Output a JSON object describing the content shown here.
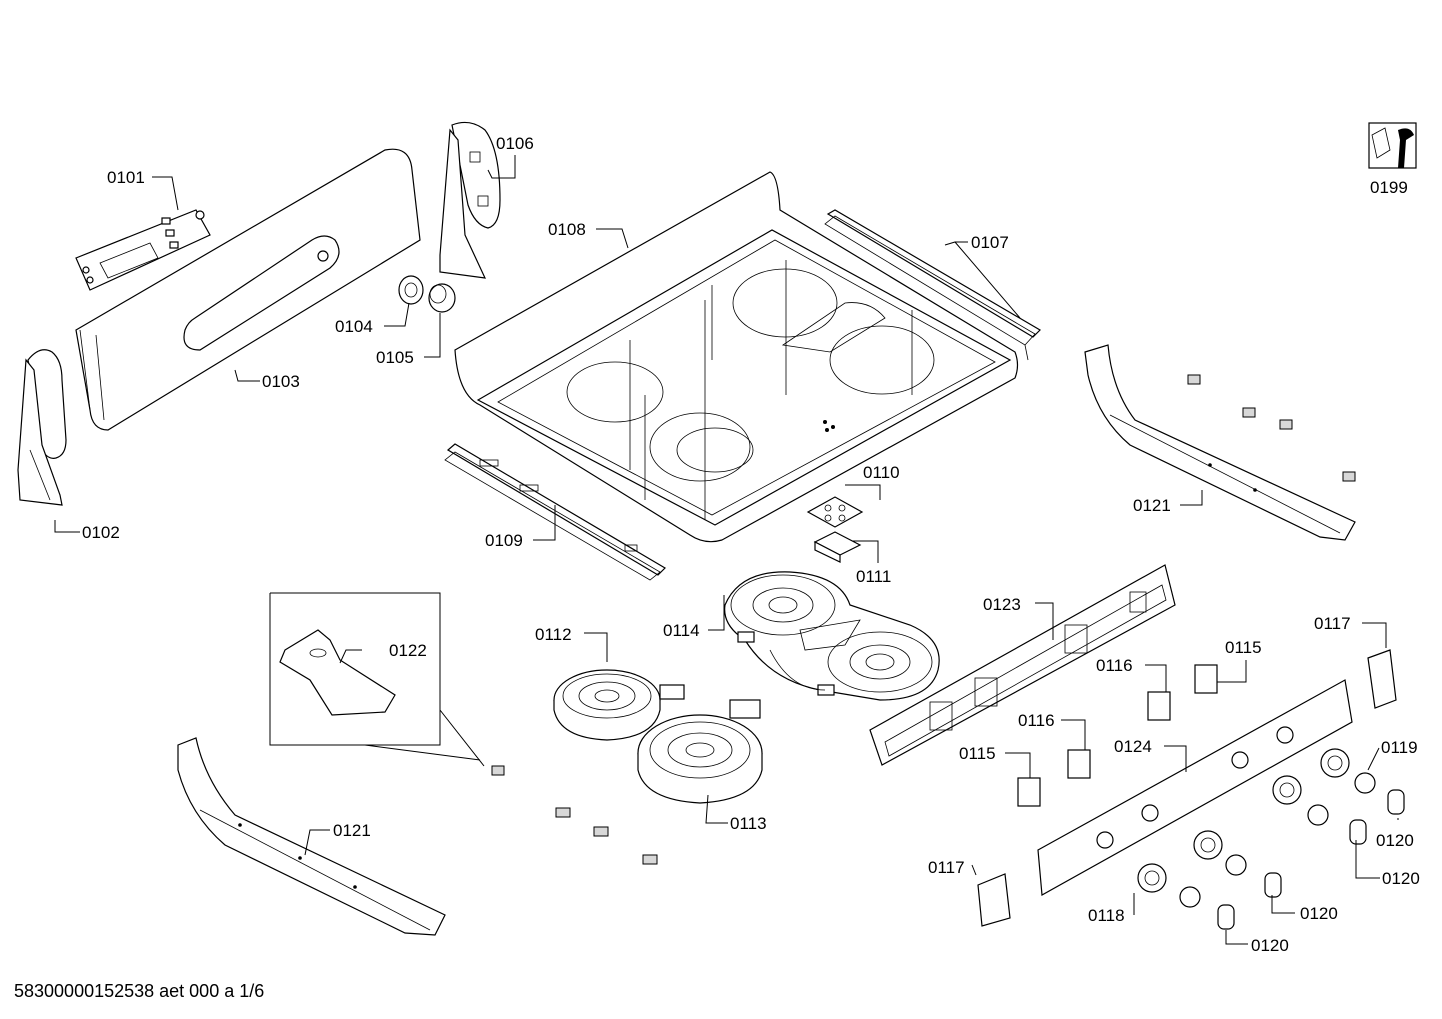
{
  "labels": {
    "p0101": "0101",
    "p0102": "0102",
    "p0103": "0103",
    "p0104": "0104",
    "p0105": "0105",
    "p0106": "0106",
    "p0107": "0107",
    "p0108": "0108",
    "p0109": "0109",
    "p0110": "0110",
    "p0111": "0111",
    "p0112": "0112",
    "p0113": "0113",
    "p0114": "0114",
    "p0115a": "0115",
    "p0115b": "0115",
    "p0116a": "0116",
    "p0116b": "0116",
    "p0117a": "0117",
    "p0117b": "0117",
    "p0118": "0118",
    "p0119": "0119",
    "p0120a": "0120",
    "p0120b": "0120",
    "p0120c": "0120",
    "p0120d": "0120",
    "p0121a": "0121",
    "p0121b": "0121",
    "p0122": "0122",
    "p0123": "0123",
    "p0124": "0124",
    "p0199": "0199"
  },
  "footer": {
    "doc_id": "58300000152538 aet 000 a 1/6"
  },
  "icons": {
    "service_tool": "wrench-nut-icon"
  }
}
